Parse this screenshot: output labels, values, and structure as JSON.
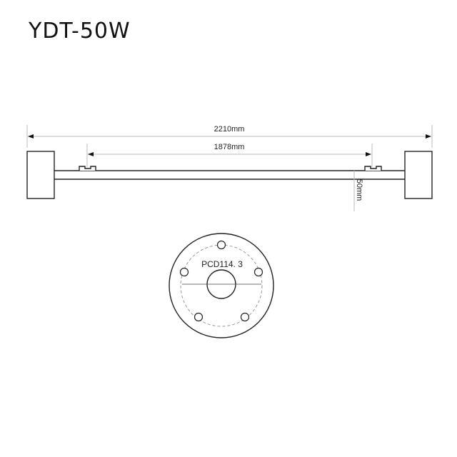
{
  "title": "YDT-50W",
  "dimensions": {
    "overall_length": "2210mm",
    "mount_spacing": "1878mm",
    "tube_diameter": "50mm",
    "pcd": "PCD114. 3"
  },
  "colors": {
    "line": "#222222",
    "dim_line": "#bbbbbb"
  }
}
